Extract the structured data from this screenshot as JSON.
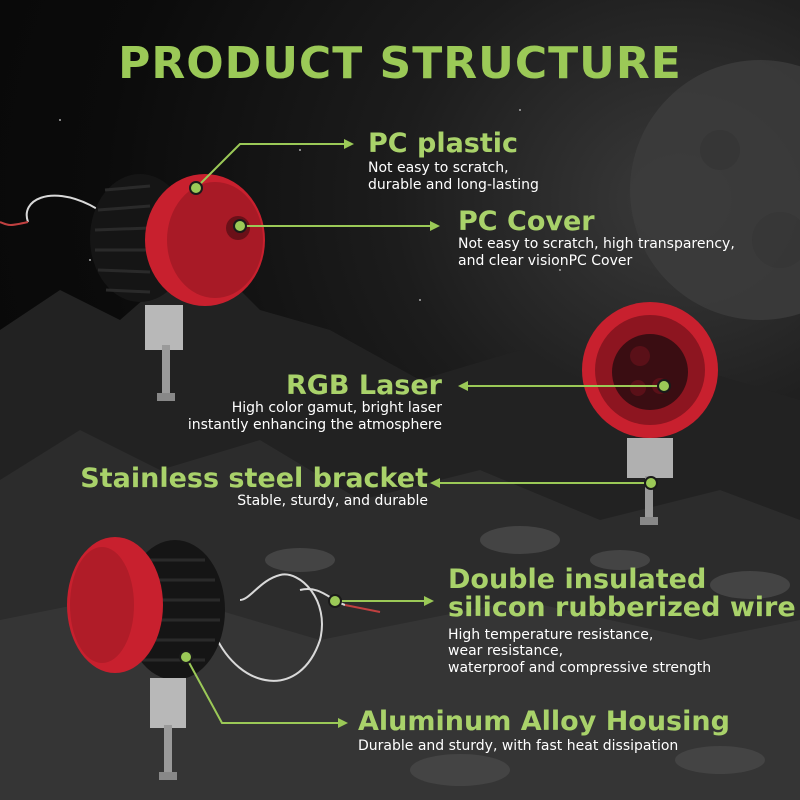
{
  "title": "PRODUCT STRUCTURE",
  "colors": {
    "accent": "#9bc957",
    "lamp_red": "#c8202e",
    "background": "#0b0b0b"
  },
  "callouts": {
    "pc_plastic": {
      "heading": "PC plastic",
      "desc1": "Not easy to scratch,",
      "desc2": "durable and long-lasting"
    },
    "pc_cover": {
      "heading": "PC Cover",
      "desc1": "Not easy to scratch, high transparency,",
      "desc2": "and clear visionPC Cover"
    },
    "rgb_laser": {
      "heading": "RGB Laser",
      "desc1": "High color gamut, bright laser",
      "desc2": "instantly enhancing the atmosphere"
    },
    "bracket": {
      "heading": "Stainless steel bracket",
      "desc1": "Stable, sturdy, and durable"
    },
    "wire": {
      "heading1": "Double insulated",
      "heading2": "silicon rubberized wire",
      "desc1": "High temperature resistance,",
      "desc2": "wear resistance,",
      "desc3": "waterproof and compressive strength"
    },
    "housing": {
      "heading": "Aluminum Alloy Housing",
      "desc1": "Durable and sturdy, with fast heat dissipation"
    }
  }
}
